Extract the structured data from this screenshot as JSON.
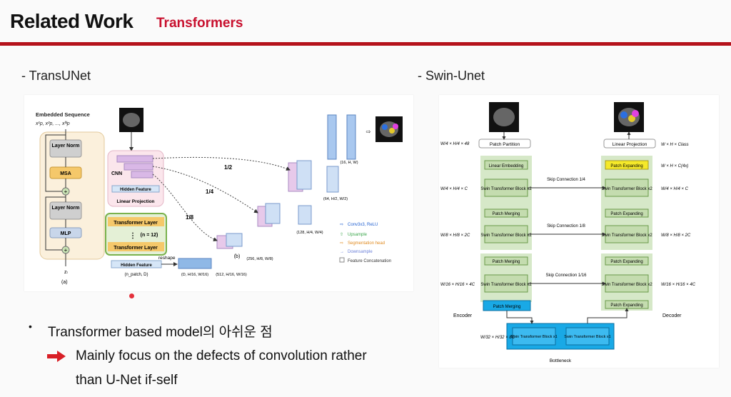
{
  "header": {
    "title": "Related Work",
    "subtitle": "Transformers"
  },
  "left_section_label": "- TransUNet",
  "right_section_label": "- Swin-Unet",
  "transunet": {
    "embedded_sequence": "Embedded Sequence",
    "embedded_tokens": "x¹p, x²p, ..., xᴺp",
    "layer_norm_1": "Layer Norm",
    "msa": "MSA",
    "layer_norm_2": "Layer Norm",
    "mlp": "MLP",
    "zl": "zₗ",
    "label_a": "(a)",
    "cnn": "CNN",
    "hidden_feature_top": "Hidden Feature",
    "linear_projection": "Linear Projection",
    "transformer_layer_1": "Transformer Layer",
    "n12": "(n = 12)",
    "transformer_layer_2": "Transformer Layer",
    "hidden_feature_bottom": "Hidden Feature",
    "n_patch": "(n_patch, D)",
    "reshape": "reshape",
    "dim1": "(D, H/16, W/16)",
    "dim2": "(512, H/16, W/16)",
    "dim3": "(256, H/8, W/8)",
    "dim4": "(128, H/4, W/4)",
    "dim5": "(64, H/2, W/2)",
    "dim6": "(16, H, W)",
    "label_b": "(b)",
    "scale_half": "1/2",
    "scale_quarter": "1/4",
    "scale_eighth": "1/8",
    "legend": {
      "conv": "Conv3x3, ReLU",
      "upsample": "Upsample",
      "seg_head": "Segmentation head",
      "downsample": "Downsample",
      "concat": "Feature Concatenation"
    }
  },
  "swinunet": {
    "patch_partition": "Patch Partition",
    "linear_embedding": "Linear Embedding",
    "swin_block_x2": "Swin Transformer Block x2",
    "patch_merging": "Patch Merging",
    "patch_expanding": "Patch Expanding",
    "linear_projection": "Linear Projection",
    "swin_block_x1": "Swin Transformer Block x1",
    "skip_14": "Skip Connection 1/4",
    "skip_18": "Skip Connection 1/8",
    "skip_116": "Skip Connection 1/16",
    "encoder": "Encoder",
    "decoder": "Decoder",
    "bottleneck": "Bottleneck",
    "dim_48": "W/4 × H/4 × 48",
    "dim_c": "W/4 × H/4 × C",
    "dim_2c": "W/8 × H/8 × 2C",
    "dim_4c": "W/16 × H/16 × 4C",
    "dim_8c": "W/32 × H/32 × 8C",
    "dim_class": "W × H × Class",
    "dim_4c_out": "W × H × C(4x)",
    "dim_c_out": "W/4 × H/4 × C",
    "dim_2c_out": "W/8 × H/8 × 2C",
    "dim_4c_out2": "W/16 × H/16 × 4C"
  },
  "bullets": {
    "main": "Transformer based model의 아쉬운 점",
    "sub_1": "Mainly focus on the defects of convolution rather",
    "sub_2": "than U-Net if-self"
  },
  "colors": {
    "accent_red": "#c8102e",
    "rule": "#b5121b",
    "green": "#d6e8c8",
    "blue": "#19a9e6",
    "pink": "#f3d6e6"
  }
}
